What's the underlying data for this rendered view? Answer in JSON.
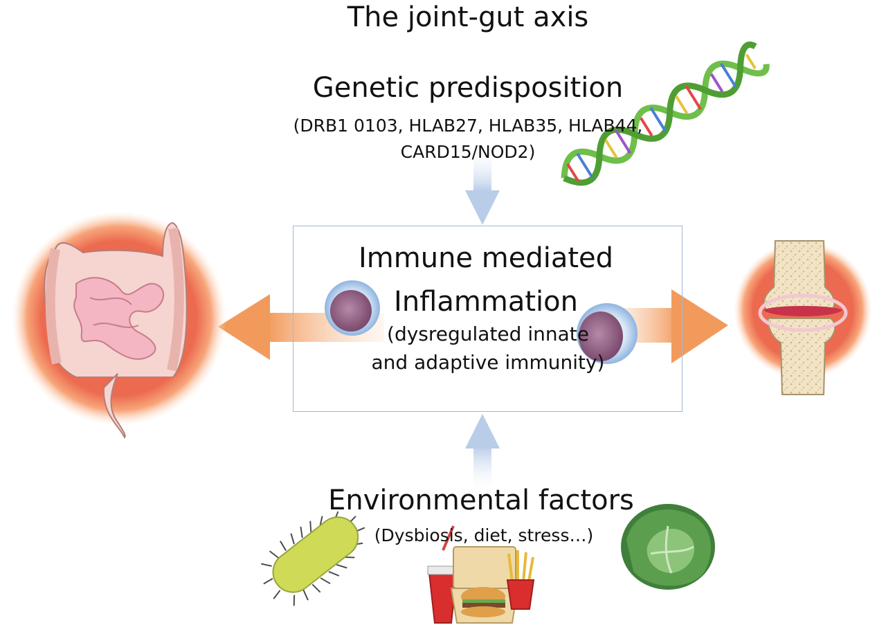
{
  "diagram": {
    "title": "The joint-gut axis",
    "genetic": {
      "title": "Genetic predisposition",
      "detail_line1": "(DRB1 0103, HLAB27, HLAB35, HLAB44,",
      "detail_line2": "CARD15/NOD2)"
    },
    "immune": {
      "title_line1": "Immune mediated",
      "title_line2": "Inflammation",
      "detail_line1": "(dysregulated innate",
      "detail_line2": "and adaptive immunity)"
    },
    "environmental": {
      "title": "Environmental factors",
      "detail": "(Dysbiosis, diet, stress…)"
    }
  },
  "icons": [
    "dna-icon",
    "intestine-icon",
    "joint-icon",
    "immune-cell-icon",
    "bacterium-icon",
    "fast-food-icon",
    "cabbage-icon"
  ],
  "colors": {
    "arrow_blue": "#b9cce8",
    "arrow_orange": "#f2a56e",
    "halo_red": "#ec6a4f",
    "intestine_pink": "#f4c2c2",
    "bone": "#f1e3c4",
    "cell_purple": "#8b5a7e",
    "dna_green": "#6fbf4b"
  }
}
